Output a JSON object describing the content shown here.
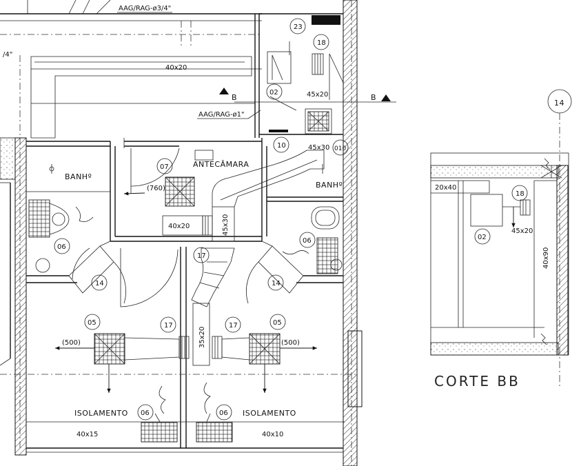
{
  "plan": {
    "pipe_label_top": "AAG/RAG-ø3/4\"",
    "pipe_label_left": "/4\"",
    "pipe_label_mid": "AAG/RAG-ø1\"",
    "section_mark_left": "B",
    "section_mark_right": "B",
    "duct_40x20_top": "40x20",
    "duct_45x20": "45x20",
    "duct_45x30": "45x30",
    "duct_40x20_ante": "40x20",
    "duct_45x30_vert": "45x30",
    "duct_35x20": "35x20",
    "duct_40x15": "40x15",
    "duct_40x10": "40x10",
    "flow_760": "(760)",
    "flow_500_left": "(500)",
    "flow_500_right": "(500)",
    "room_banho_left": "BANHº",
    "room_banho_right": "BANHº",
    "room_antecamara": "ANTECÂMARA",
    "room_isolamento_left": "ISOLAMENTO",
    "room_isolamento_right": "ISOLAMENTO",
    "bubbles": {
      "b23": "23",
      "b18": "18",
      "b02": "02",
      "b10": "10",
      "b010": "010",
      "b07": "07",
      "b06_left": "06",
      "b06_right": "06",
      "b17_center": "17",
      "b14_left": "14",
      "b14_right": "14",
      "b05_left": "05",
      "b17_left": "17",
      "b17_right": "17",
      "b05_right": "05",
      "b06_bottom_left": "06",
      "b06_bottom_right": "06"
    }
  },
  "section": {
    "grid_bubble": "14",
    "duct_20x40": "20x40",
    "bubble_18": "18",
    "duct_45x20": "45x20",
    "bubble_02": "02",
    "duct_40x90": "40x90",
    "title": "CORTE BB"
  }
}
